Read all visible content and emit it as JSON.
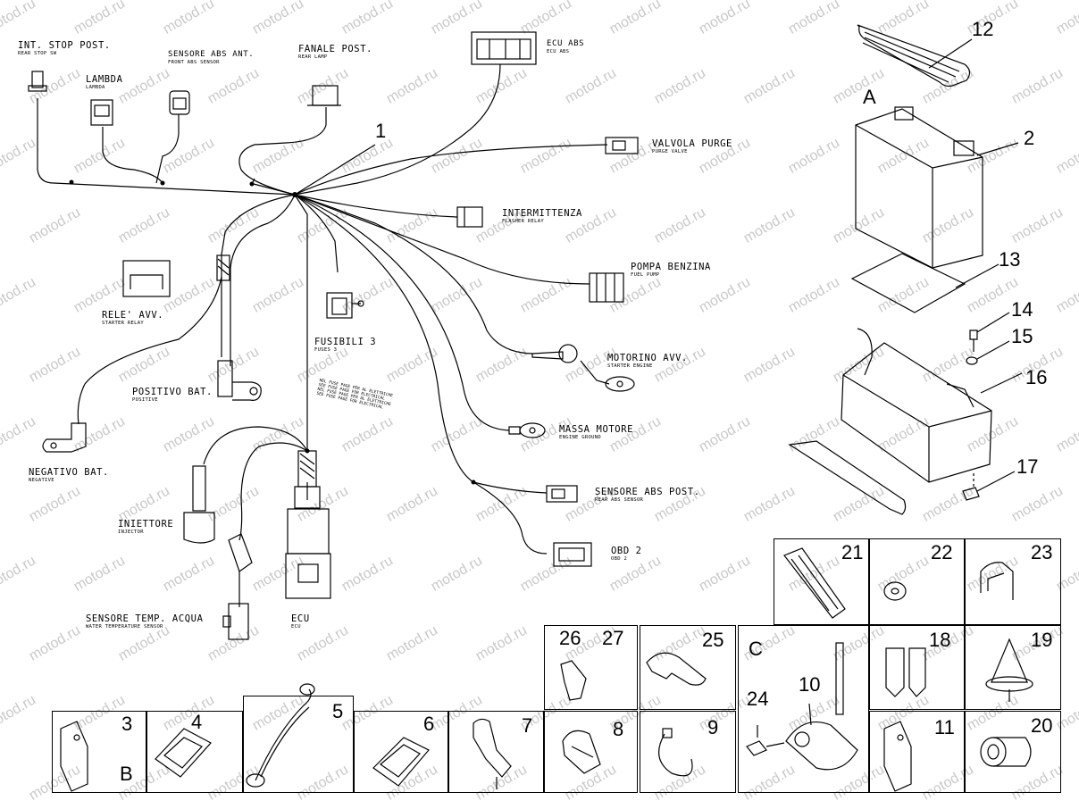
{
  "watermark": "motod.ru",
  "labels": [
    {
      "id": "int-stop-post",
      "text": "INT. STOP POST.",
      "sub": "REAR STOP SW"
    },
    {
      "id": "lambda",
      "text": "LAMBDA",
      "sub": "LAMBDA"
    },
    {
      "id": "sensore-abs-ant",
      "text": "SENSORE ABS ANT.",
      "sub": "FRONT ABS SENSOR"
    },
    {
      "id": "fanale-post",
      "text": "FANALE POST.",
      "sub": "REAR LAMP"
    },
    {
      "id": "ecu-abs",
      "text": "ECU ABS",
      "sub": "ECU ABS"
    },
    {
      "id": "valvola-purge",
      "text": "VALVOLA PURGE",
      "sub": "PURGE VALVE"
    },
    {
      "id": "intermittenza",
      "text": "INTERMITTENZA",
      "sub": "FLASHER RELAY"
    },
    {
      "id": "pompa-benzina",
      "text": "POMPA BENZINA",
      "sub": "FUEL PUMP"
    },
    {
      "id": "rele-avv",
      "text": "RELE' AVV.",
      "sub": "STARTER RELAY"
    },
    {
      "id": "fusibili-3",
      "text": "FUSIBILI 3",
      "sub": "FUSES 3"
    },
    {
      "id": "motorino-avv",
      "text": "MOTORINO AVV.",
      "sub": "STARTER ENGINE"
    },
    {
      "id": "positivo-bat",
      "text": "POSITIVO BAT.",
      "sub": "POSITIVE"
    },
    {
      "id": "massa-motore",
      "text": "MASSA MOTORE",
      "sub": "ENGINE GROUND"
    },
    {
      "id": "negativo-bat",
      "text": "NEGATIVO BAT.",
      "sub": "NEGATIVE"
    },
    {
      "id": "sensore-abs-post",
      "text": "SENSORE ABS POST.",
      "sub": "REAR ABS SENSOR"
    },
    {
      "id": "iniettore",
      "text": "INIETTORE",
      "sub": "INJECTOR"
    },
    {
      "id": "obd2",
      "text": "OBD 2",
      "sub": "OBD 2"
    },
    {
      "id": "sensore-temp",
      "text": "SENSORE TEMP. ACQUA",
      "sub": "WATER TEMPERATURE SENSOR"
    },
    {
      "id": "ecu",
      "text": "ECU",
      "sub": "ECU"
    }
  ],
  "callouts": [
    "1",
    "2",
    "12",
    "13",
    "14",
    "15",
    "16",
    "17",
    "21",
    "22",
    "23",
    "26",
    "27",
    "25",
    "18",
    "19",
    "24",
    "10",
    "11",
    "20",
    "3",
    "4",
    "5",
    "6",
    "7",
    "8",
    "9"
  ],
  "letters": [
    "A",
    "B",
    "C"
  ],
  "fuse_note": [
    "NEL FUSE PAGE PER AL ELETTRICHE",
    "SEE FUSE PAGE FOR ELECTRICAL",
    "NEL FUSE PAGE PER AL ELETTRICHE",
    "SEE FUSE PAGE FOR ELECTRICAL"
  ]
}
